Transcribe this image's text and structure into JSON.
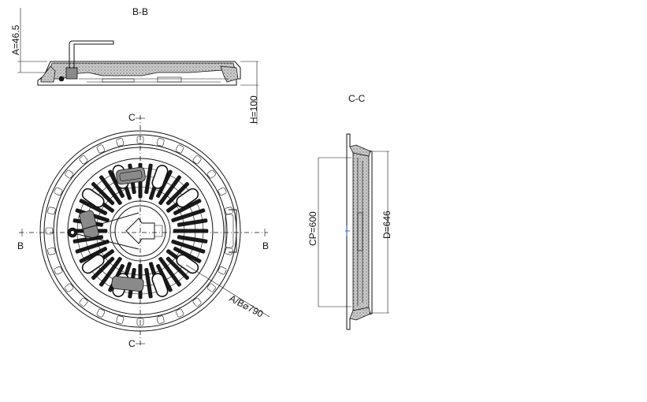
{
  "section_bb": {
    "title": "B-B",
    "dim_a": "A=46.5",
    "dim_h": "H=100"
  },
  "plan_view": {
    "label_c_top": "C",
    "label_c_bottom": "C",
    "label_b_left": "B",
    "label_b_right": "B",
    "dim_diameter": "A/B⌀790"
  },
  "section_cc": {
    "title": "C-C",
    "dim_cp": "CP=600",
    "dim_d": "D=646"
  }
}
